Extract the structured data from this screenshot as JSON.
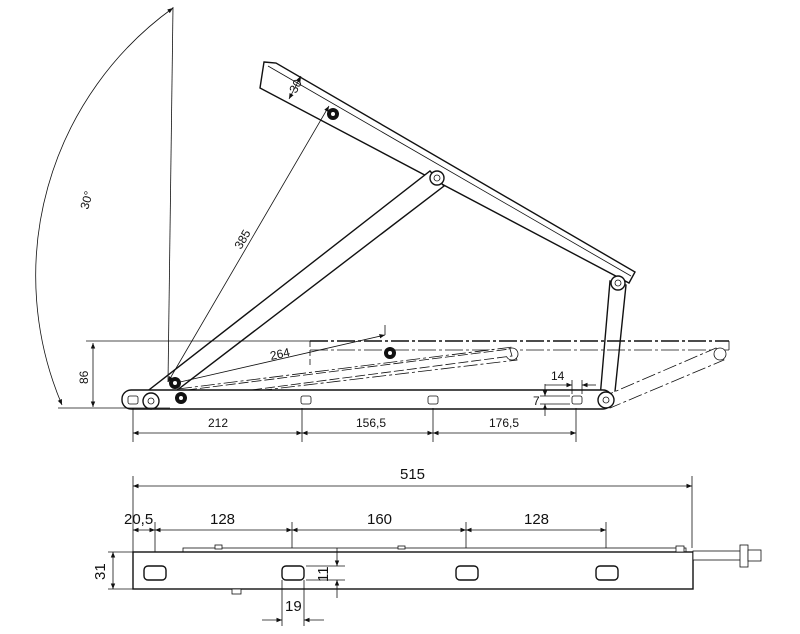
{
  "side_view": {
    "angle_label": "30°",
    "arm_length_label": "385",
    "arm_width_label": "30",
    "diag_label": "264",
    "height_label": "86",
    "slot_w_label": "14",
    "slot_h_label": "7",
    "spacing": [
      "212",
      "156,5",
      "176,5"
    ]
  },
  "bottom_view": {
    "total_label": "515",
    "offset_label": "20,5",
    "spacing": [
      "128",
      "160",
      "128"
    ],
    "height_label": "31",
    "slot_h_label": "11",
    "slot_w_label": "19"
  }
}
